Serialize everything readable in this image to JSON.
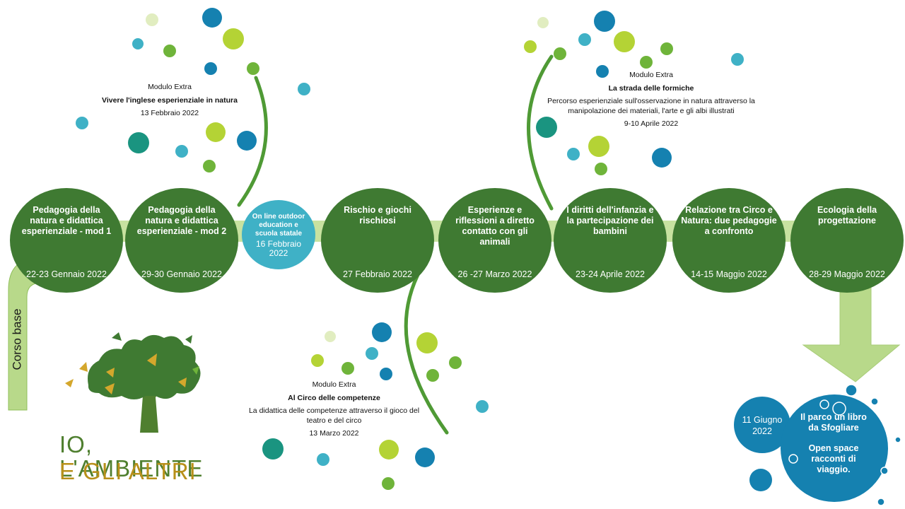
{
  "corso_base": "Corso base",
  "logo": {
    "line1": "IO, L'AMBIENTE",
    "line2": "E GLI ALTRI"
  },
  "nodes": [
    {
      "title": "Pedagogia della natura e didattica esperienziale - mod 1",
      "date": "22-23 Gennaio 2022"
    },
    {
      "title": "Pedagogia della natura e didattica esperienziale - mod 2",
      "date": "29-30 Gennaio 2022"
    },
    {
      "title": "On line outdoor education e scuola statale",
      "date": "16 Febbraio 2022"
    },
    {
      "title": "Rischio e giochi rischiosi",
      "date": "27 Febbraio 2022"
    },
    {
      "title": "Esperienze e riflessioni a diretto contatto con gli animali",
      "date": "26 -27 Marzo 2022"
    },
    {
      "title": "I diritti dell'infanzia e la partecipazione dei bambini",
      "date": "23-24 Aprile 2022"
    },
    {
      "title": "Relazione tra Circo e Natura: due pedagogie a confronto",
      "date": "14-15 Maggio 2022"
    },
    {
      "title": "Ecologia della progettazione",
      "date": "28-29 Maggio 2022"
    }
  ],
  "extras": [
    {
      "label": "Modulo Extra",
      "title": "Vivere l'inglese esperienziale in natura",
      "desc": "",
      "date": "13 Febbraio 2022"
    },
    {
      "label": "Modulo Extra",
      "title": "La strada delle formiche",
      "desc": "Percorso esperienziale sull'osservazione in natura attraverso la manipolazione dei materiali, l'arte e gli albi illustrati",
      "date": "9-10 Aprile 2022"
    },
    {
      "label": "Modulo Extra",
      "title": "Al Circo delle competenze",
      "desc": "La didattica delle competenze attraverso il gioco del teatro e del circo",
      "date": "13 Marzo 2022"
    }
  ],
  "final": {
    "date": "11 Giugno 2022",
    "title": "Il parco un libro da Sfogliare",
    "subtitle": "Open space racconti di viaggio."
  },
  "colors": {
    "green": "#3f7a32",
    "light_green": "#b8d98a",
    "teal": "#3fb1c6",
    "blue": "#1581b0",
    "lime": "#b4d335"
  }
}
